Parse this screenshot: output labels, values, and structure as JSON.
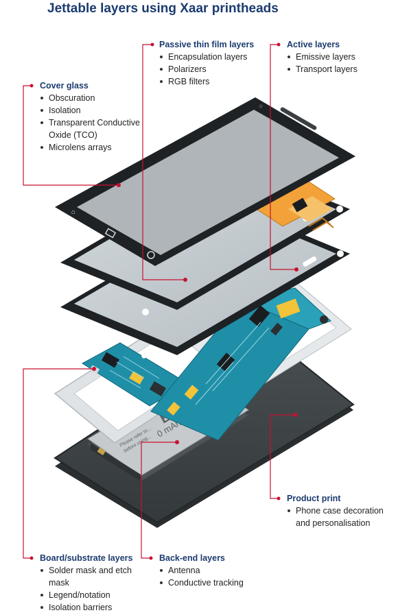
{
  "title": "Jettable layers using Xaar printheads",
  "colors": {
    "heading": "#1b3b6f",
    "leader": "#c8102e",
    "glass_frame": "#1f2224",
    "pcb": "#1f8fa8",
    "flex": "#f3a23a",
    "case": "#3c4143"
  },
  "callouts": {
    "cover_glass": {
      "heading": "Cover glass",
      "items": [
        "Obscuration",
        "Isolation",
        "Transparent Conductive Oxide (TCO)",
        "Microlens arrays"
      ]
    },
    "passive": {
      "heading": "Passive thin film layers",
      "items": [
        "Encapsulation layers",
        "Polarizers",
        "RGB filters"
      ]
    },
    "active": {
      "heading": "Active layers",
      "items": [
        "Emissive layers",
        "Transport layers"
      ]
    },
    "product": {
      "heading": "Product print",
      "items": [
        "Phone case decoration and personalisation"
      ]
    },
    "board": {
      "heading": "Board/substrate layers",
      "items": [
        "Solder mask and etch mask",
        "Legend/notation",
        "Isolation barriers"
      ]
    },
    "backend": {
      "heading": "Back-end layers",
      "items": [
        "Antenna",
        "Conductive tracking"
      ]
    }
  },
  "battery": {
    "brand": "BATTERY",
    "capacity": "0 mAh",
    "notice_1": "Please refer to...",
    "notice_2": "before using..."
  }
}
